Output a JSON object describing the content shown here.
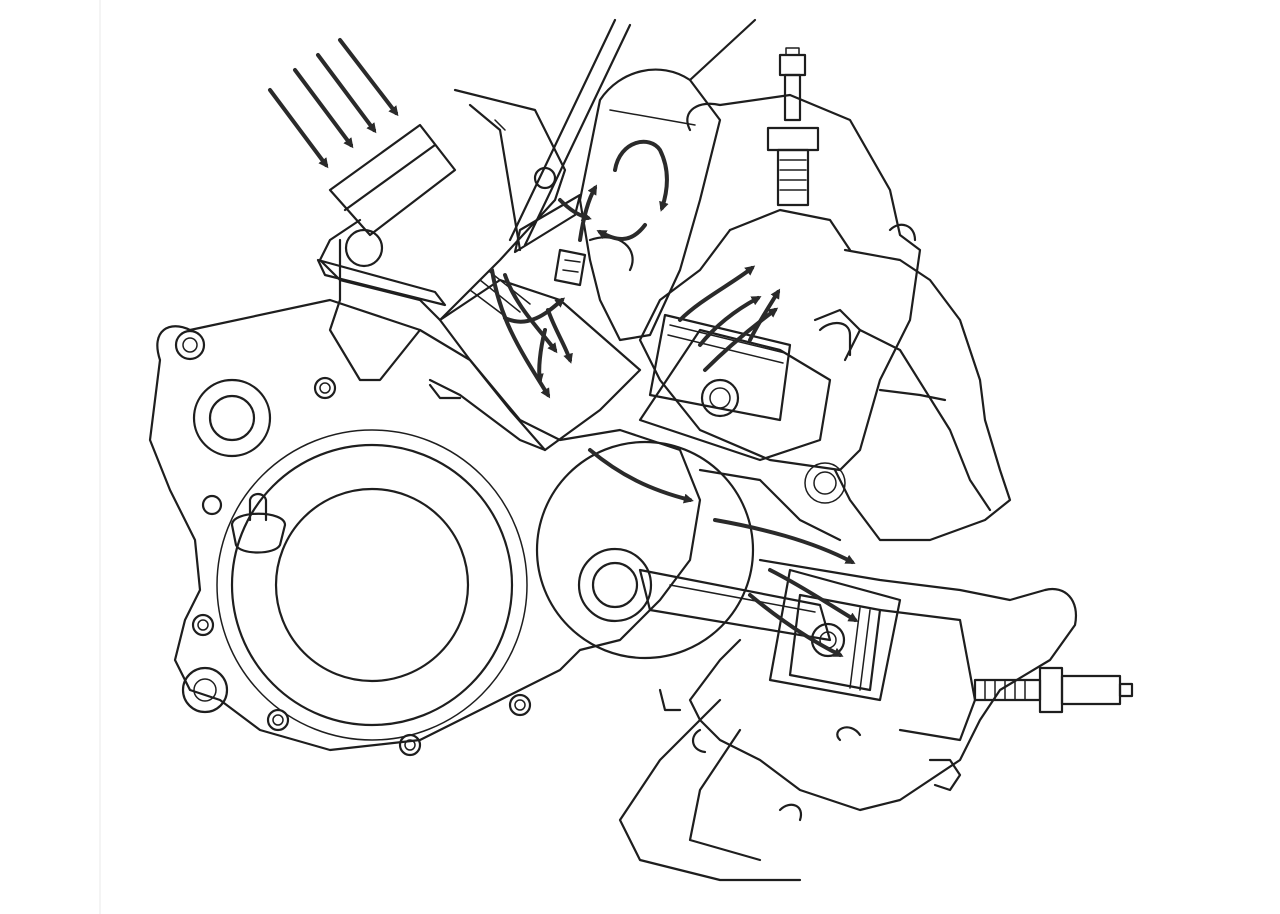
{
  "diagram": {
    "kind": "line-drawing",
    "subject": "two-stroke-v-engine-cutaway",
    "labels": [],
    "line_color": "#1e1e1e",
    "arrow_color": "#2a2a2a",
    "background": "#ffffff",
    "components": [
      "crankcase-cover",
      "clutch-cover",
      "crankshaft-flywheel",
      "connecting-rod",
      "upper-cylinder",
      "upper-piston",
      "lower-cylinder",
      "lower-piston",
      "upper-spark-plug",
      "lower-spark-plug",
      "reed-valve-intake",
      "upper-exhaust-pipe",
      "lower-exhaust-pipe",
      "transfer-ports"
    ],
    "flow_arrows": [
      "air-intake",
      "reed-valve-flow",
      "upper-transfer-flow",
      "crankcase-flow",
      "lower-transfer-flow"
    ]
  }
}
